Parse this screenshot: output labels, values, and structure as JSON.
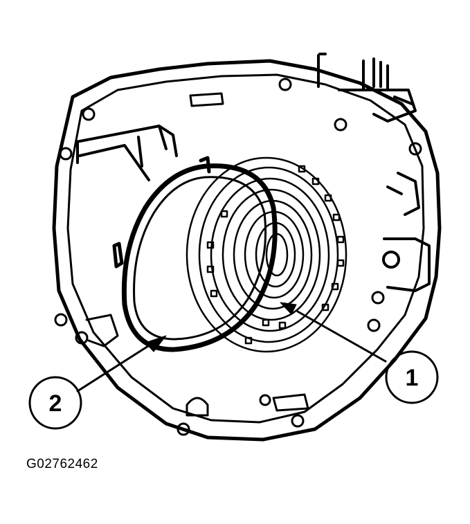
{
  "figure": {
    "code": "G02762462"
  },
  "callouts": [
    {
      "number": "1"
    },
    {
      "number": "2"
    }
  ]
}
